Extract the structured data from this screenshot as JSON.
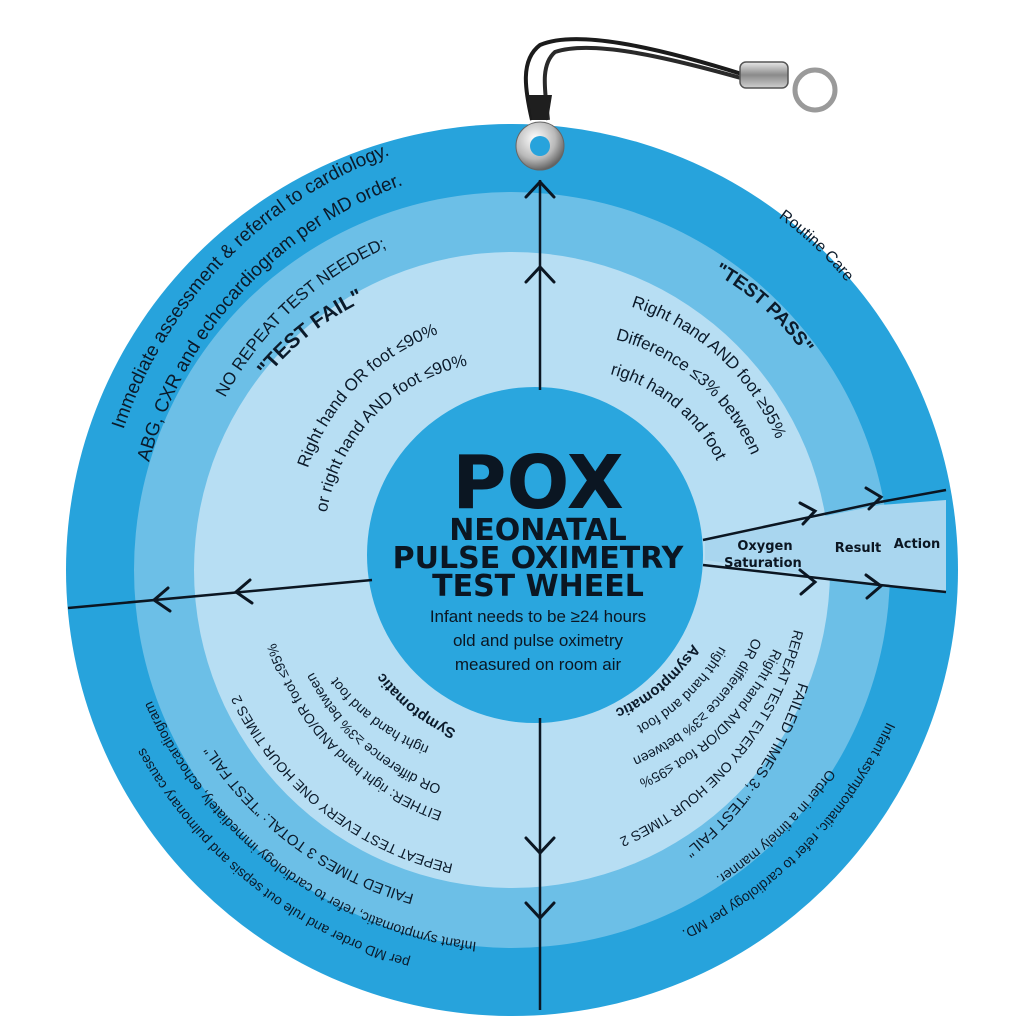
{
  "center": {
    "title": "POX",
    "line1": "NEONATAL",
    "line2": "PULSE OXIMETRY",
    "line3": "TEST WHEEL",
    "note_line1": "Infant needs to be ≥24 hours",
    "note_line2": "old and pulse oximetry",
    "note_line3": "measured on room air"
  },
  "axis": {
    "oxygen_line1": "Oxygen",
    "oxygen_line2": "Saturation",
    "result": "Result",
    "action": "Action"
  },
  "quadrants": {
    "test_fail_top": {
      "result_label": "\"TEST FAIL\"",
      "saturation_line1": "Right hand OR foot ≤90%",
      "saturation_line2": "or right hand AND foot  ≤90%",
      "result_sub": "NO REPEAT TEST NEEDED;",
      "action_line1": "ABG, CXR and echocardiogram per MD order.",
      "action_line2": "Immediate assessment & referral to cardiology."
    },
    "test_pass": {
      "result_label": "\"TEST PASS\"",
      "saturation_line1": "Right hand AND foot ≥95%",
      "saturation_line2": "Difference ≤3% between",
      "saturation_line3": "right hand and foot",
      "action": "Routine Care"
    },
    "symptomatic": {
      "heading": "Symptomatic",
      "saturation_line1": "right hand and foot",
      "saturation_line2": "OR difference ≥3% between",
      "saturation_line3": "EITHER: right hand AND/OR foot ≤95%",
      "result_line1": "REPEAT TEST EVERY ONE HOUR TIMES 2",
      "result_line2": "FAILED TIMES 3 TOTAL: \"TEST FAIL\"",
      "action_line1": "per MD order and rule out sepsis and pulmonary causes",
      "action_line2": "Infant symptomatic, refer to cardiology immediately, echocardiogram"
    },
    "asymptomatic": {
      "heading": "Asymptomatic",
      "saturation_line1": "right hand and foot",
      "saturation_line2": "OR difference ≥3% between",
      "saturation_line3": "Right hand AND/OR foot ≤95%",
      "result_line1": "REPEAT TEST EVERY ONE HOUR TIMES 2",
      "result_line2": "FAILED TIMES 3; \"TEST FAIL\"",
      "action_line1": "Order in a timely manner.",
      "action_line2": "Infant asymptomatic, refer to cardiology per MD."
    }
  },
  "colors": {
    "outer_ring": "#27a3dc",
    "middle_ring": "#6cbfe7",
    "inner_ring": "#b7def3",
    "center_disc": "#2aa6de",
    "line": "#0b1622"
  }
}
